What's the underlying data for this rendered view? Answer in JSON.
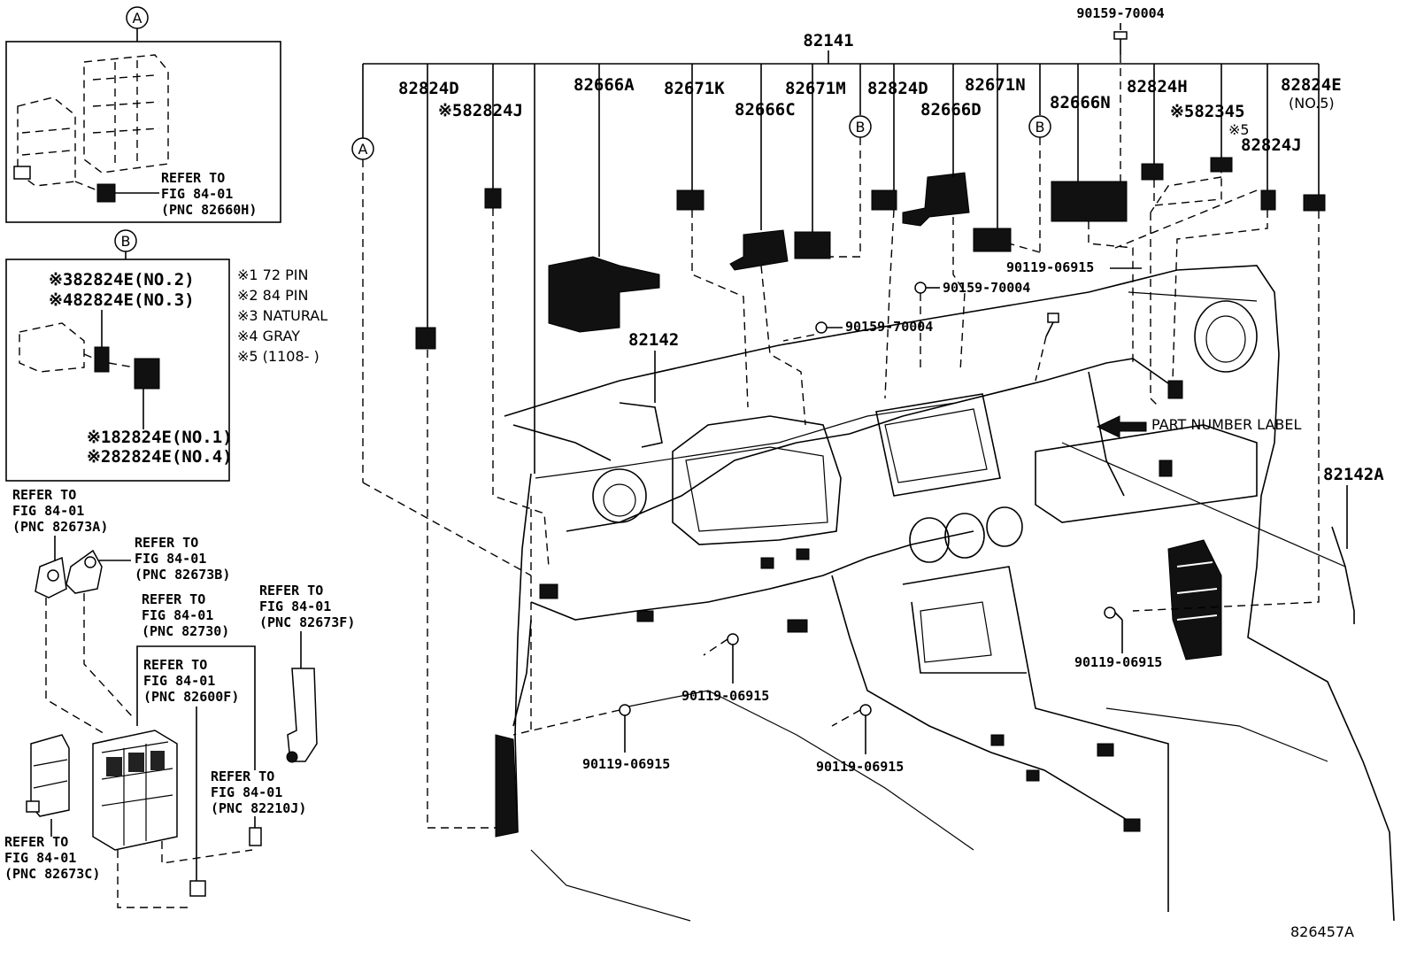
{
  "figure_id": "826457A",
  "callouts": {
    "A": "A",
    "B": "B"
  },
  "main_parts": {
    "p82141": "82141",
    "p82824D_left": "82824D",
    "p82824J_left": "※582824J",
    "p82666A": "82666A",
    "p82671K": "82671K",
    "p82671M": "82671M",
    "p82666C": "82666C",
    "p82824D_mid": "82824D",
    "p82671N": "82671N",
    "p82666D": "82666D",
    "p82666N": "82666N",
    "p82824H": "82824H",
    "p82345": "※582345",
    "p82824E": "82824E",
    "p82824E_note": "(NO.5)",
    "p82824J_right_a": "※5",
    "p82824J_right_b": "82824J",
    "p82142": "82142",
    "p82142A": "82142A",
    "part_label": "PART NUMBER LABEL"
  },
  "fasteners": {
    "f_top": "90159-70004",
    "f_a": "90119-06915",
    "f_b": "90159-70004",
    "f_c": "90159-70004",
    "f_d": "90119-06915",
    "f_e": "90119-06915",
    "f_f": "90119-06915",
    "f_g": "90119-06915"
  },
  "box_a": {
    "refer_1": "REFER TO",
    "refer_2": "FIG 84-01",
    "refer_3": "(PNC 82660H)"
  },
  "box_b": {
    "l1": "※382824E(NO.2)",
    "l2": "※482824E(NO.3)",
    "l3": "※182824E(NO.1)",
    "l4": "※282824E(NO.4)"
  },
  "legend": {
    "n1": "※1 72 PIN",
    "n2": "※2 84 PIN",
    "n3": "※3 NATURAL",
    "n4": "※4 GRAY",
    "n5": "※5 (1108-        )"
  },
  "refs": {
    "r82673A": [
      "REFER TO",
      "FIG 84-01",
      "(PNC 82673A)"
    ],
    "r82673B": [
      "REFER TO",
      "FIG 84-01",
      "(PNC 82673B)"
    ],
    "r82730": [
      "REFER TO",
      "FIG 84-01",
      "(PNC 82730)"
    ],
    "r82600F": [
      "REFER TO",
      "FIG 84-01",
      "(PNC 82600F)"
    ],
    "r82673F": [
      "REFER TO",
      "FIG 84-01",
      "(PNC 82673F)"
    ],
    "r82210J": [
      "REFER TO",
      "FIG 84-01",
      "(PNC 82210J)"
    ],
    "r82673C": [
      "REFER TO",
      "FIG 84-01",
      "(PNC 82673C)"
    ]
  }
}
